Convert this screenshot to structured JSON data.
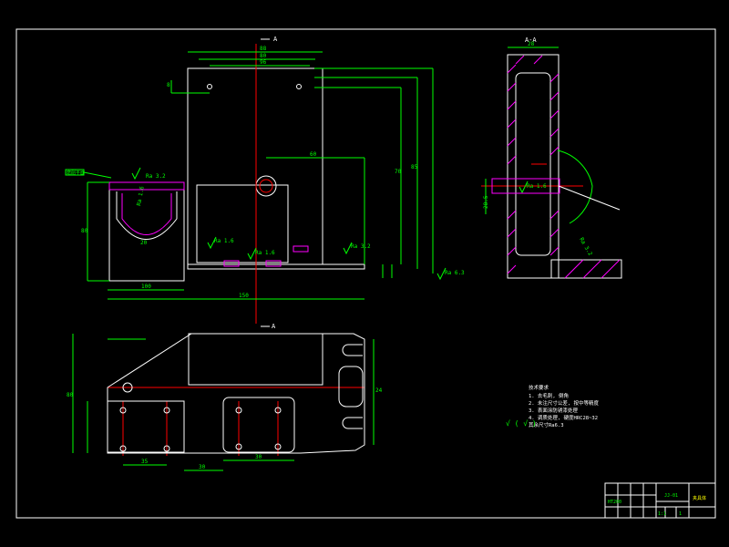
{
  "colors": {
    "background": "#000000",
    "outline": "#ffffff",
    "dimension": "#00ff00",
    "centerline": "#ff0000",
    "hatch": "#ff00ff",
    "note": "#00ffff",
    "tolerance": "#ffff00"
  },
  "section_markers": {
    "top": "A",
    "bottom": "A",
    "side": "A-A"
  },
  "roughness": {
    "r1": "Ra 3.2",
    "r2": "Ra 1.6",
    "r3": "Ra 1.6",
    "r4": "Ra 3.2",
    "r5": "Ra 6.3",
    "r6": "Ra 1.6",
    "r7": "Ra 1.6",
    "r8": "Ra 3.2",
    "global": "√ ( √ )"
  },
  "dimensions": {
    "front_top_1": "88",
    "front_top_2": "80",
    "front_top_3": "96",
    "front_h1": "70",
    "front_h2": "85",
    "front_w1": "60",
    "front_w2": "100",
    "front_w3": "150",
    "left_h": "80",
    "left_w": "20",
    "front_small": "8",
    "side_top": "28",
    "side_left": "28.5",
    "plan_h": "80",
    "plan_w1": "35",
    "plan_w2": "30",
    "plan_w3": "30",
    "plan_small": "24"
  },
  "leader_note": "磨削平面",
  "technical_notes": {
    "heading": "技术要求",
    "items": [
      "1. 去毛刺, 倒角",
      "2. 未注尺寸公差, 按中等精度",
      "3. 表面涂防锈漆处理",
      "4. 调质处理, 硬度HRC28~32",
      "   其余尺寸Ra6.3"
    ]
  },
  "title_block": {
    "part_name": "夹具体",
    "drawing_no": "JJ-01",
    "material": "HT200",
    "scale": "1:1",
    "sheet": "1"
  }
}
